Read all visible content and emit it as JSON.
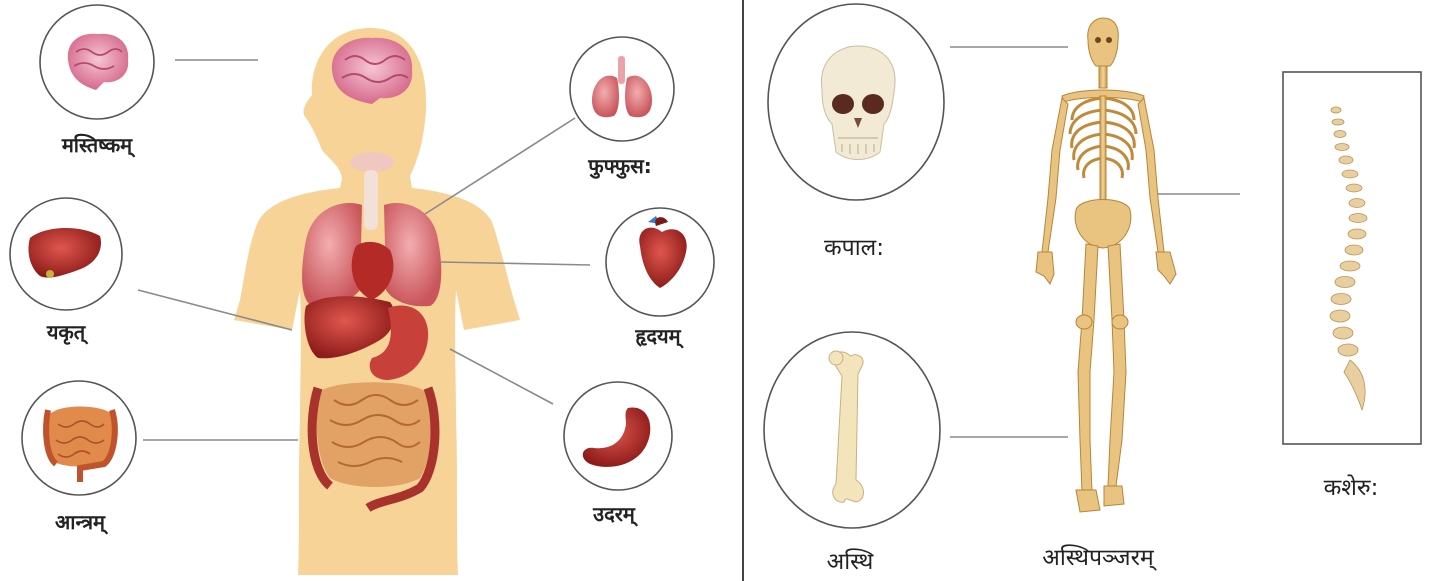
{
  "organs_panel": {
    "brain": "मस्तिष्कम्",
    "lungs": "फुफ्फुस:",
    "liver": "यकृत्",
    "heart": "हृदयम्",
    "intestine": "आन्त्रम्",
    "stomach": "उदरम्"
  },
  "skeleton_panel": {
    "skull": "कपाल:",
    "skeleton": "अस्थिपञ्जरम्",
    "spine": "कशेरु:",
    "bone": "अस्थि"
  },
  "colors": {
    "body_fill": "#f8d398",
    "organ_red": "#b8302c",
    "bone": "#e8c480",
    "line": "#8a8a8a"
  }
}
